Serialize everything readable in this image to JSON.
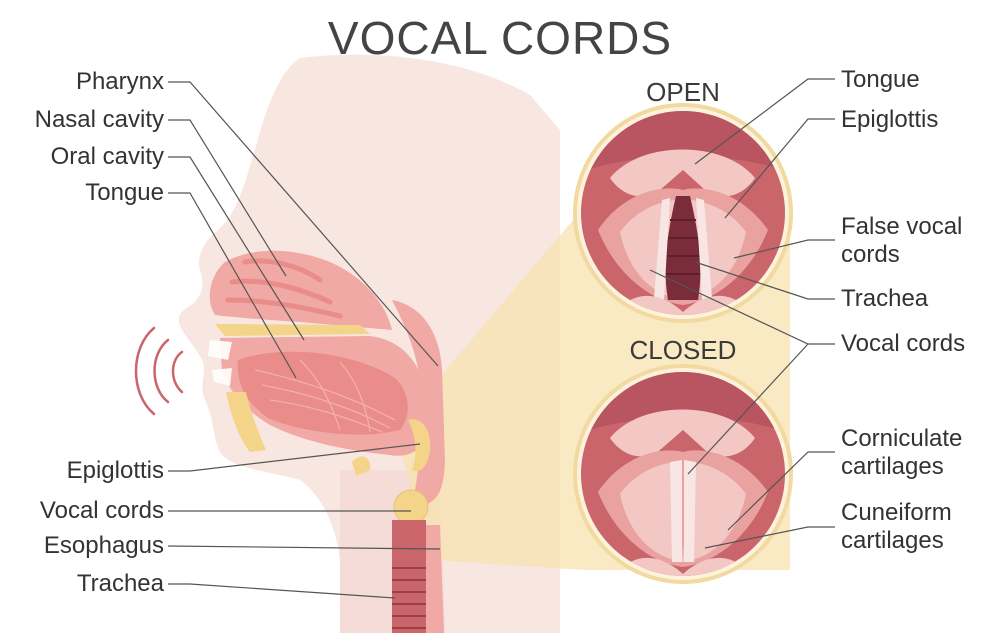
{
  "title": "VOCAL CORDS",
  "views": {
    "open": "OPEN",
    "closed": "CLOSED"
  },
  "left_labels": {
    "pharynx": "Pharynx",
    "nasal_cavity": "Nasal cavity",
    "oral_cavity": "Oral cavity",
    "tongue": "Tongue",
    "epiglottis": "Epiglottis",
    "vocal_cords": "Vocal cords",
    "esophagus": "Esophagus",
    "trachea": "Trachea"
  },
  "right_labels": {
    "tongue": "Tongue",
    "epiglottis": "Epiglottis",
    "false_vocal_cords_1": "False vocal",
    "false_vocal_cords_2": "cords",
    "trachea": "Trachea",
    "vocal_cords": "Vocal cords",
    "corniculate_1": "Corniculate",
    "corniculate_2": "cartilages",
    "cuneiform_1": "Cuneiform",
    "cuneiform_2": "cartilages"
  },
  "colors": {
    "skin": "#f8e6e0",
    "tissue": "#f0a9a4",
    "tissue_dark": "#c9656b",
    "cartilage": "#f4d488",
    "highlight": "#f7e3b0",
    "circle_border": "#f2d9a0"
  }
}
